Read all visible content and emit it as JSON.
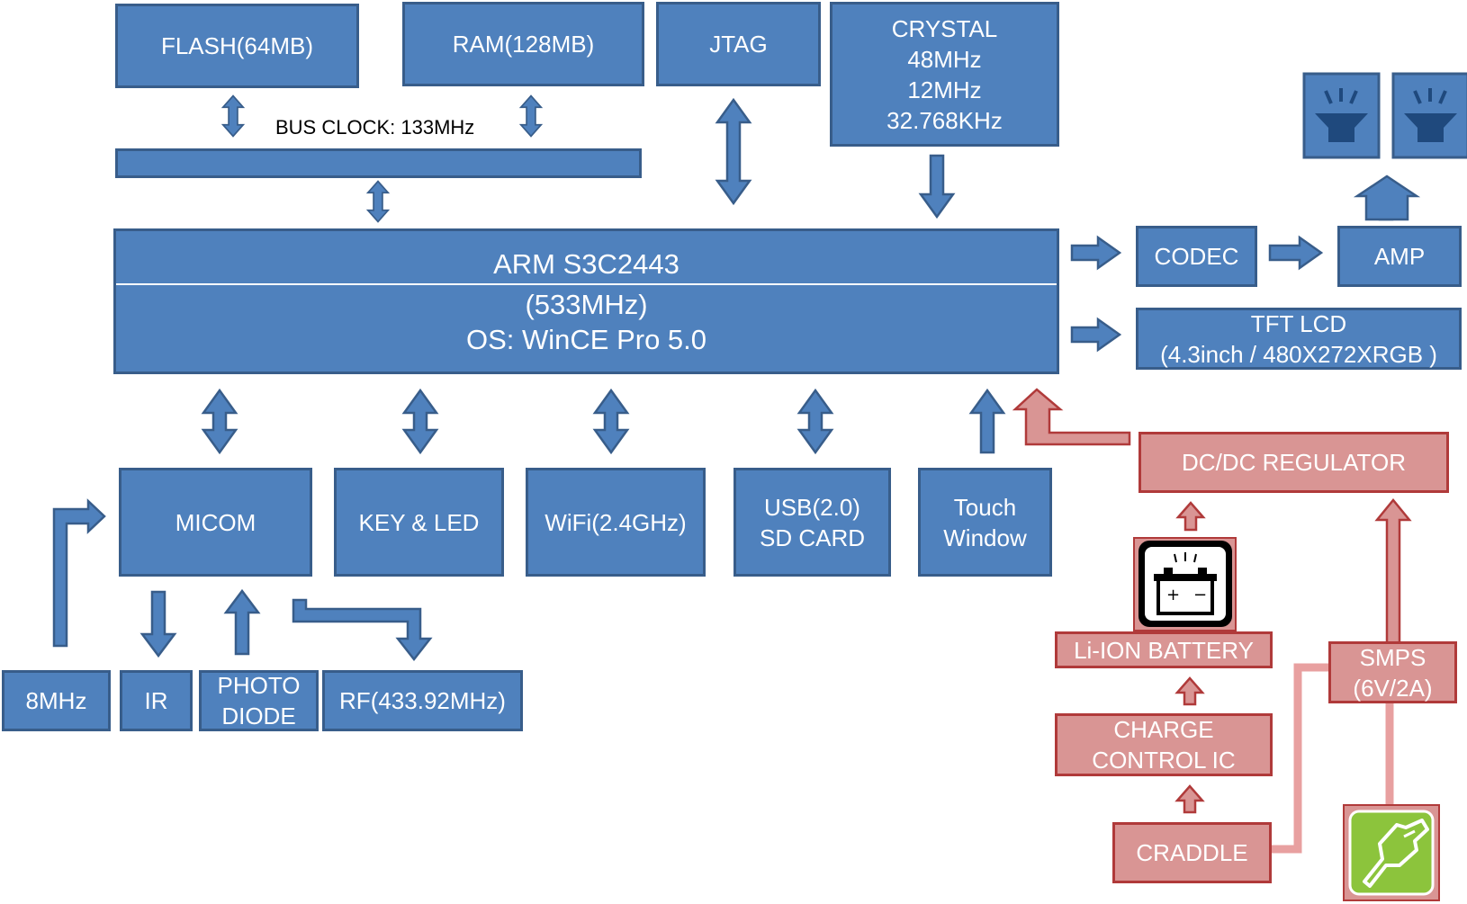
{
  "blocks": {
    "flash": "FLASH(64MB)",
    "ram": "RAM(128MB)",
    "jtag": "JTAG",
    "crystal": "CRYSTAL\n48MHz\n12MHz\n32.768KHz",
    "bus_clock": "BUS CLOCK: 133MHz",
    "cpu": {
      "line1": "ARM S3C2443",
      "line2": "(533MHz)",
      "line3": "OS: WinCE Pro 5.0"
    },
    "codec": "CODEC",
    "amp": "AMP",
    "tft": "TFT LCD\n(4.3inch / 480X272XRGB )",
    "micom": "MICOM",
    "key_led": "KEY & LED",
    "wifi": "WiFi(2.4GHz)",
    "usb_sd": "USB(2.0)\nSD CARD",
    "touch": "Touch\nWindow",
    "osc_8mhz": "8MHz",
    "ir": "IR",
    "photo": "PHOTO\nDIODE",
    "rf": "RF(433.92MHz)",
    "dcdc": "DC/DC REGULATOR",
    "battery": "Li-ION BATTERY",
    "charge": "CHARGE\nCONTROL IC",
    "craddle": "CRADDLE",
    "smps": "SMPS\n(6V/2A)"
  },
  "icons": [
    "speaker-icon",
    "speaker-icon",
    "battery-icon",
    "power-plug-icon"
  ],
  "colors": {
    "blue_fill": "#4f81bd",
    "blue_border": "#385d8a",
    "red_fill": "#d99594",
    "red_border": "#b03a3a",
    "green_fill": "#8cc43c"
  }
}
